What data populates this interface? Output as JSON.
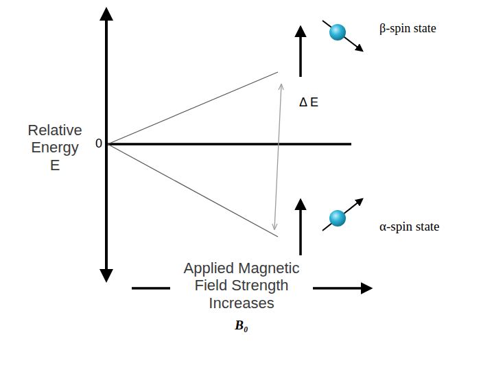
{
  "diagram": {
    "labels": [
      "Relative Energy E",
      "0",
      "Δ E",
      "β-spin state",
      "α-spin state",
      "Applied Magnetic Field Strength Increases",
      "B₀"
    ]
  }
}
